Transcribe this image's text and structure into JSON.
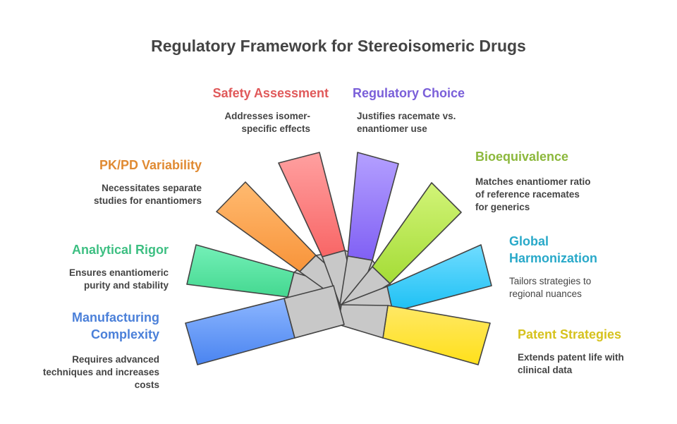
{
  "title": "Regulatory Framework for Stereoisomeric Drugs",
  "items": [
    {
      "heading": "Safety Assessment",
      "desc1": "Addresses isomer-",
      "desc2": "specific effects",
      "color": "#e0595a"
    },
    {
      "heading": "Regulatory Choice",
      "desc1": "Justifies racemate vs.",
      "desc2": "enantiomer use",
      "color": "#7a5fd9"
    },
    {
      "heading": "Bioequivalence",
      "desc1": "Matches enantiomer ratio",
      "desc2": "of reference racemates",
      "desc3": "for generics",
      "color": "#8cb83c"
    },
    {
      "heading1": "Global",
      "heading2": "Harmonization",
      "desc1": "Tailors strategies to",
      "desc2": "regional nuances",
      "color": "#29a9c9"
    },
    {
      "heading": "Patent Strategies",
      "desc1": "Extends patent life with",
      "desc2": "clinical data",
      "color": "#d6c21e"
    },
    {
      "heading": "PK/PD Variability",
      "desc1": "Necessitates separate",
      "desc2": "studies for enantiomers",
      "color": "#e08a32"
    },
    {
      "heading": "Analytical Rigor",
      "desc1": "Ensures enantiomeric",
      "desc2": "purity and stability",
      "color": "#3dbf82"
    },
    {
      "heading1": "Manufacturing",
      "heading2": "Complexity",
      "desc1": "Requires advanced",
      "desc2": "techniques and increases",
      "desc3": "costs",
      "color": "#4b80d9"
    }
  ]
}
